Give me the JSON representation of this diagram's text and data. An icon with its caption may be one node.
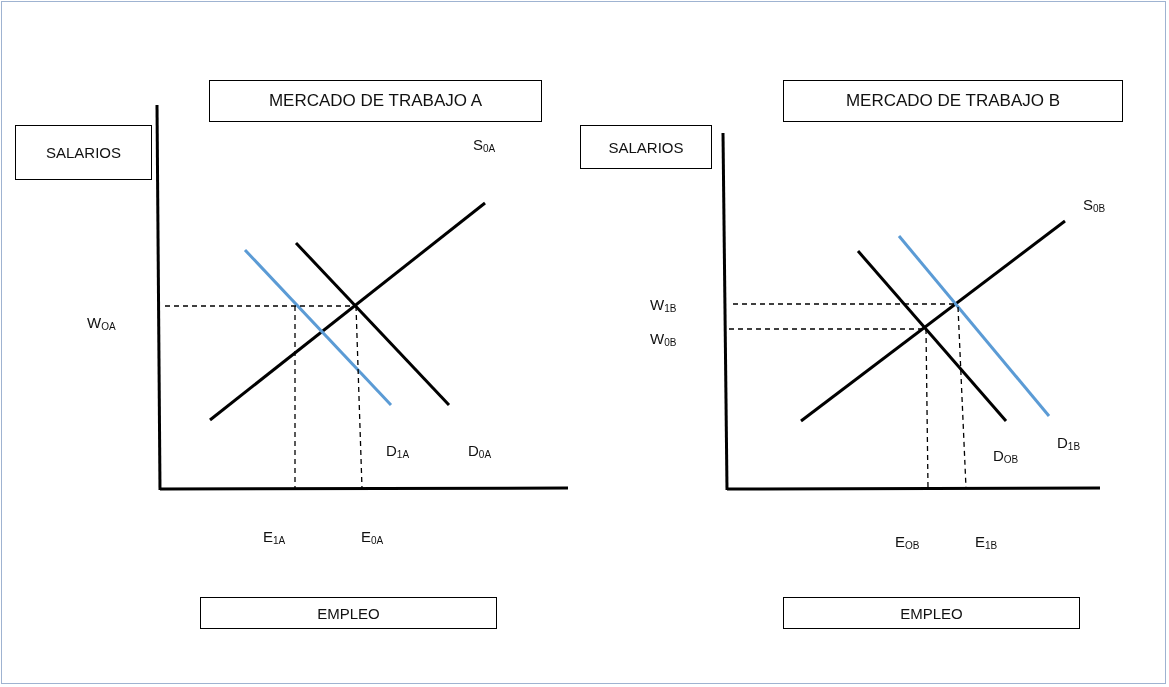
{
  "diagram": {
    "nodes": [
      {
        "text": [
          "MERCADO DE TRABAJO A"
        ]
      },
      {
        "text": [
          "MERCADO DE TRABAJO B"
        ]
      },
      {
        "text": [
          "SALARIOS"
        ]
      },
      {
        "text": [
          "SALARIOS"
        ]
      },
      {
        "text": [
          "EMPLEO"
        ]
      },
      {
        "text": [
          "EMPLEO"
        ]
      }
    ],
    "labels": [
      "S$_{0A}$",
      "S$_{0B}$",
      "W$_{OA}$",
      "W$_{1B}$",
      "W$_{0B}$",
      "D$_{1A}$",
      "D$_{0A}$",
      "D$_{OB}$",
      "D$_{1B}$",
      "E$_{1A}$",
      "E$_{0A}$",
      "E$_{OB}$",
      "E$_{1B}$"
    ]
  }
}
